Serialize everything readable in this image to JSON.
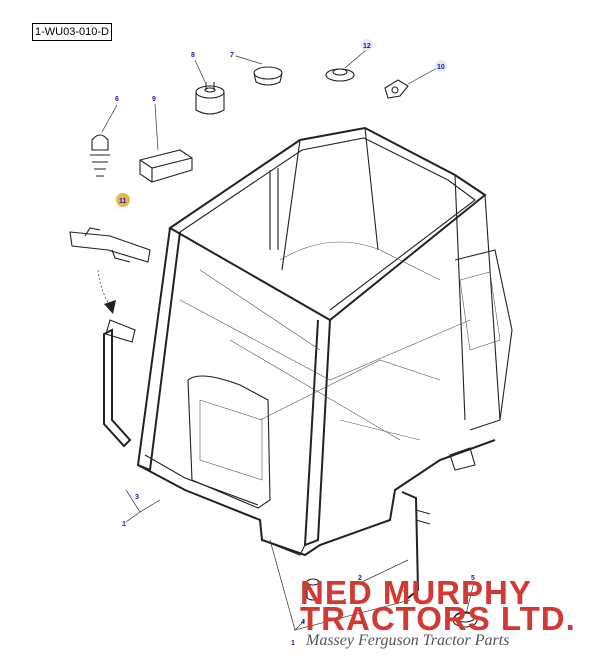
{
  "diagram": {
    "code": "1-WU03-010-D",
    "callouts": [
      {
        "id": "c7",
        "label": "7"
      },
      {
        "id": "c8",
        "label": "8"
      },
      {
        "id": "c12",
        "label": "12"
      },
      {
        "id": "c10",
        "label": "10"
      },
      {
        "id": "c6",
        "label": "6"
      },
      {
        "id": "c9",
        "label": "9"
      },
      {
        "id": "c11",
        "label": "11"
      },
      {
        "id": "c3",
        "label": "3"
      },
      {
        "id": "c1a",
        "label": "1"
      },
      {
        "id": "c2",
        "label": "2"
      },
      {
        "id": "c4",
        "label": "4"
      },
      {
        "id": "c1b",
        "label": "1"
      },
      {
        "id": "c1c",
        "label": "1"
      },
      {
        "id": "c5",
        "label": "5"
      }
    ],
    "highlight_color": "#e8b84a",
    "callout_color": "#1a1aa8"
  },
  "watermark": {
    "line1": "NED MURPHY",
    "line2": "TRACTORS LTD.",
    "line3": "Massey Ferguson Tractor Parts",
    "color": "#d13a32"
  }
}
